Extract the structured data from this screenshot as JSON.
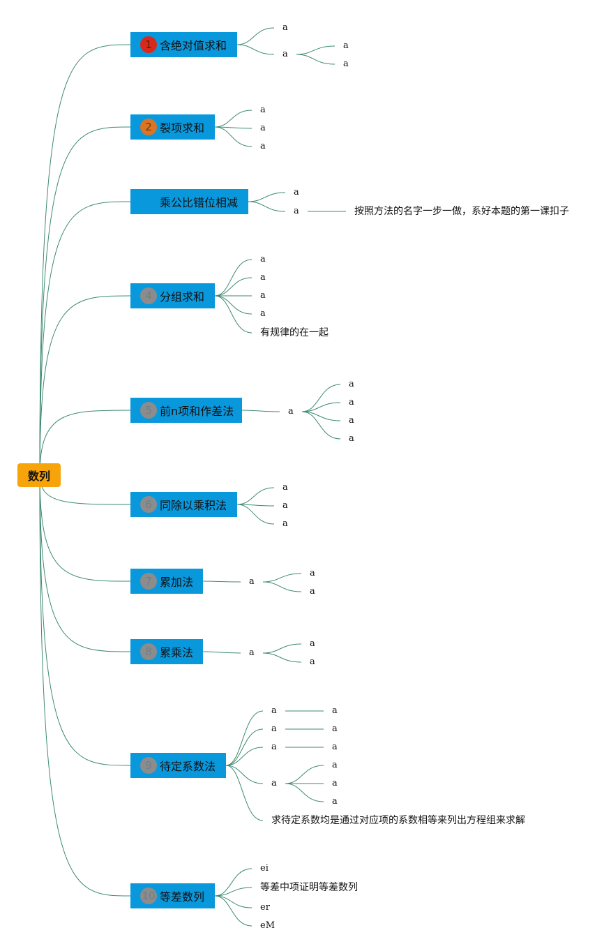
{
  "root": {
    "label": "数列"
  },
  "colors": {
    "root_bg": "#f7a30a",
    "topic_bg": "#0a98dd",
    "line": "#3d8a72"
  },
  "topics": [
    {
      "id": "t1",
      "badge": "1",
      "badge_style": "red",
      "label": "含绝对值求和",
      "leaves": [
        "a",
        "a",
        "a",
        "a"
      ]
    },
    {
      "id": "t2",
      "badge": "2",
      "badge_style": "orange",
      "label": "裂项求和",
      "leaves": [
        "a",
        "a",
        "a"
      ]
    },
    {
      "id": "t3",
      "badge": "",
      "badge_style": "none",
      "label": "乘公比错位相减",
      "leaves": [
        "a",
        "a",
        "按照方法的名字一步一做，系好本题的第一课扣子"
      ]
    },
    {
      "id": "t4",
      "badge": "4",
      "badge_style": "gray",
      "label": "分组求和",
      "leaves": [
        "a",
        "a",
        "a",
        "a",
        "有规律的在一起"
      ]
    },
    {
      "id": "t5",
      "badge": "5",
      "badge_style": "gray",
      "label": "前n项和作差法",
      "leaves": [
        "a",
        "a",
        "a",
        "a",
        "a"
      ]
    },
    {
      "id": "t6",
      "badge": "6",
      "badge_style": "gray",
      "label": "同除以乘积法",
      "leaves": [
        "a",
        "a",
        "a"
      ]
    },
    {
      "id": "t7",
      "badge": "7",
      "badge_style": "gray",
      "label": "累加法",
      "leaves": [
        "a",
        "a",
        "a"
      ]
    },
    {
      "id": "t8",
      "badge": "8",
      "badge_style": "gray",
      "label": "累乘法",
      "leaves": [
        "a",
        "a",
        "a"
      ]
    },
    {
      "id": "t9",
      "badge": "9",
      "badge_style": "gray",
      "label": "待定系数法",
      "leaves": [
        "a",
        "a",
        "a",
        "a",
        "a",
        "a",
        "a",
        "a",
        "a",
        "a",
        "求待定系数均是通过对应项的系数相等来列出方程组来求解"
      ]
    },
    {
      "id": "t10",
      "badge": "10",
      "badge_style": "gray",
      "label": "等差数列",
      "leaves": [
        "ei",
        "等差中项证明等差数列",
        "er",
        "eM"
      ]
    }
  ]
}
